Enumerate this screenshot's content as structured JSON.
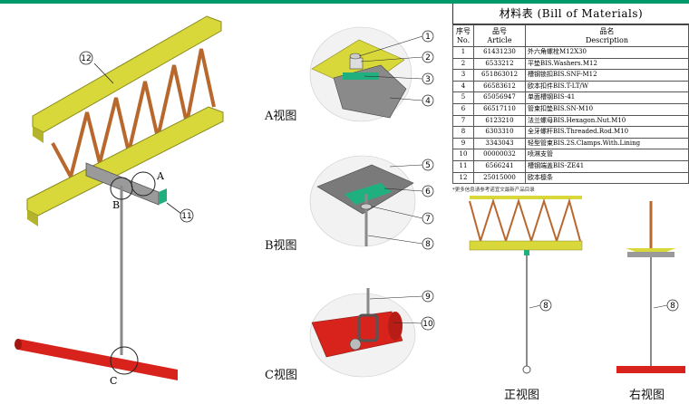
{
  "bom": {
    "title": "材料表 (Bill of Materials)",
    "headers": {
      "no_cn": "序号",
      "no_en": "No.",
      "art_cn": "品号",
      "art_en": "Article",
      "desc_cn": "品名",
      "desc_en": "Description"
    },
    "rows": [
      {
        "no": "1",
        "article": "61431230",
        "desc": "外六角螺栓M12X30"
      },
      {
        "no": "2",
        "article": "6533212",
        "desc": "平垫BIS.Washers.M12"
      },
      {
        "no": "3",
        "article": "651863012",
        "desc": "槽钢锁扣BIS.SNF-M12"
      },
      {
        "no": "4",
        "article": "66583612",
        "desc": "欧本扣件BIS.T-LT/W"
      },
      {
        "no": "5",
        "article": "65056947",
        "desc": "单面槽钢BIS-41"
      },
      {
        "no": "6",
        "article": "66517110",
        "desc": "管束扣垫BIS.SN-M10"
      },
      {
        "no": "7",
        "article": "6123210",
        "desc": "法兰螺母BIS.Hexagon.Nut.M10"
      },
      {
        "no": "8",
        "article": "6303310",
        "desc": "全牙螺杆BIS.Threaded.Rod.M10"
      },
      {
        "no": "9",
        "article": "3343043",
        "desc": "轻型管束BIS.2S.Clamps.With.Lining"
      },
      {
        "no": "10",
        "article": "00000032",
        "desc": "喷淋支管"
      },
      {
        "no": "11",
        "article": "6566241",
        "desc": "槽钢端盖BIS-ZE41"
      },
      {
        "no": "12",
        "article": "25015000",
        "desc": "欧本檩条"
      }
    ],
    "note": "*更多信息请参考诺宜文最新产品目录"
  },
  "labels": {
    "view_a": "A视图",
    "view_b": "B视图",
    "view_c": "C视图",
    "front_view": "正视图",
    "right_view": "右视图",
    "point_a": "A",
    "point_b": "B",
    "point_c": "C"
  },
  "callouts": {
    "n1": "1",
    "n2": "2",
    "n3": "3",
    "n4": "4",
    "n5": "5",
    "n6": "6",
    "n7": "7",
    "n8": "8",
    "n9": "9",
    "n10": "10",
    "n11": "11",
    "n12": "12",
    "n8b": "8",
    "n8c": "8"
  },
  "colors": {
    "truss_yellow": "#d8d83a",
    "truss_web": "#b8672d",
    "pipe_red": "#d8231c",
    "rod_grey": "#8a8a8a",
    "accent_green": "#009a6a"
  }
}
